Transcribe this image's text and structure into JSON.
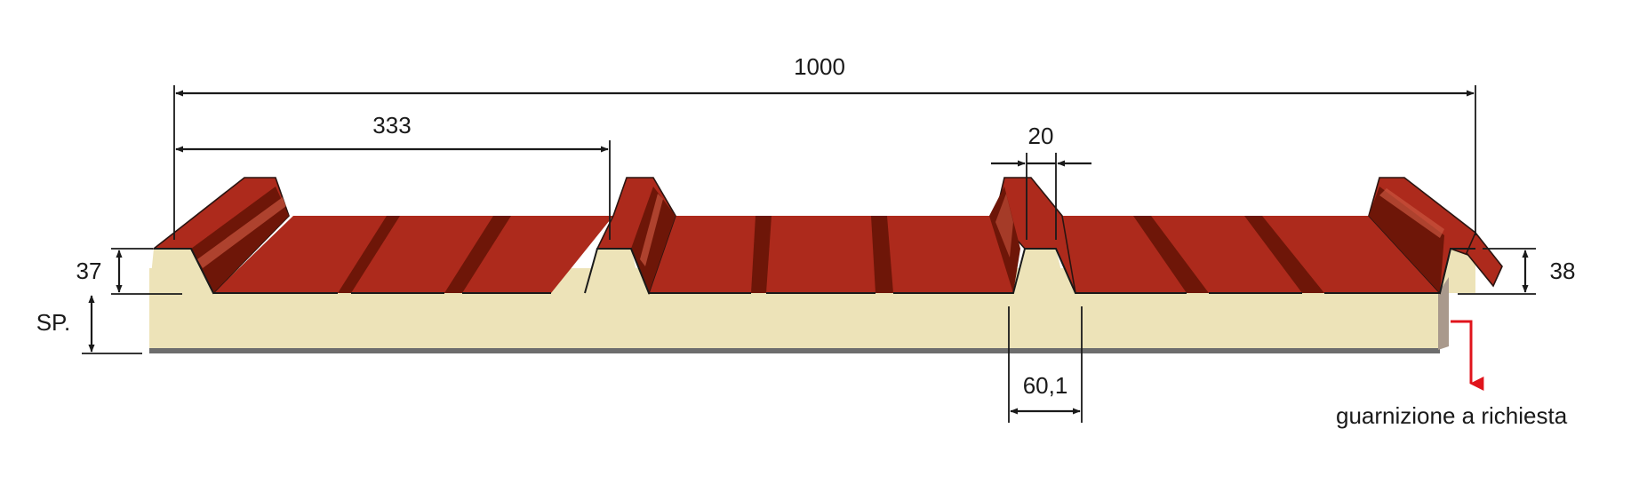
{
  "dimensions": {
    "total_width": "1000",
    "rib_spacing": "333",
    "rib_top_width": "20",
    "rib_base_width": "60,1",
    "rib_height_left": "37",
    "rib_height_right": "38",
    "thickness": "SP."
  },
  "notes": {
    "gasket": "guarnizione a richiesta"
  },
  "colors": {
    "sheet": "#ad2a1c",
    "sheet_dark": "#6e1608",
    "sheet_light": "#c9553e",
    "foam": "#ede3b8",
    "base_line": "#6d6d6d",
    "gasket_edge": "#a9998c",
    "gasket_arrow": "#e0141c",
    "dimension_lines": "#1a1a1a"
  }
}
